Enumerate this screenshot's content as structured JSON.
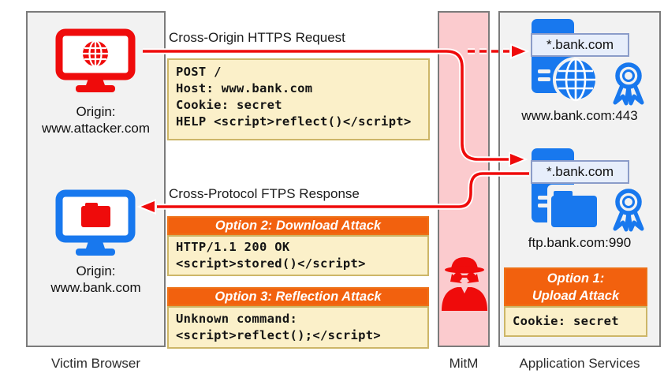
{
  "colors": {
    "red": "#ef0b0b",
    "blue": "#1878ee",
    "mitm_pink": "#fbcbce",
    "panel_gray": "#f2f2f2",
    "panel_border": "#7b7b7b",
    "code_yellow": "#fbf0c9",
    "code_border": "#cdb668",
    "attack_orange": "#f2610e",
    "cert_fill": "#e7eefb",
    "cert_border": "#8b9cc9"
  },
  "panels": {
    "victim": {
      "caption": "Victim Browser",
      "origins": [
        {
          "line1": "Origin:",
          "line2": "www.attacker.com"
        },
        {
          "line1": "Origin:",
          "line2": "www.bank.com"
        }
      ]
    },
    "mitm": {
      "caption": "MitM"
    },
    "services": {
      "caption": "Application Services",
      "servers": [
        {
          "cert": "*.bank.com",
          "address": "www.bank.com:443"
        },
        {
          "cert": "*.bank.com",
          "address": "ftp.bank.com:990"
        }
      ]
    }
  },
  "flows": {
    "request": {
      "label": "Cross-Origin HTTPS Request",
      "code": [
        "POST /",
        "Host: www.bank.com",
        "Cookie: secret",
        "HELP <script>reflect()</script>"
      ]
    },
    "response": {
      "label": "Cross-Protocol FTPS Response"
    }
  },
  "attacks": {
    "option1": {
      "title_line1": "Option 1:",
      "title_line2": "Upload Attack",
      "code": [
        "Cookie: secret"
      ]
    },
    "option2": {
      "title": "Option 2: Download Attack",
      "code": [
        "HTTP/1.1 200 OK",
        "<script>stored()</script>"
      ]
    },
    "option3": {
      "title": "Option 3: Reflection Attack",
      "code": [
        "Unknown command:",
        "<script>reflect();</script>"
      ]
    }
  }
}
